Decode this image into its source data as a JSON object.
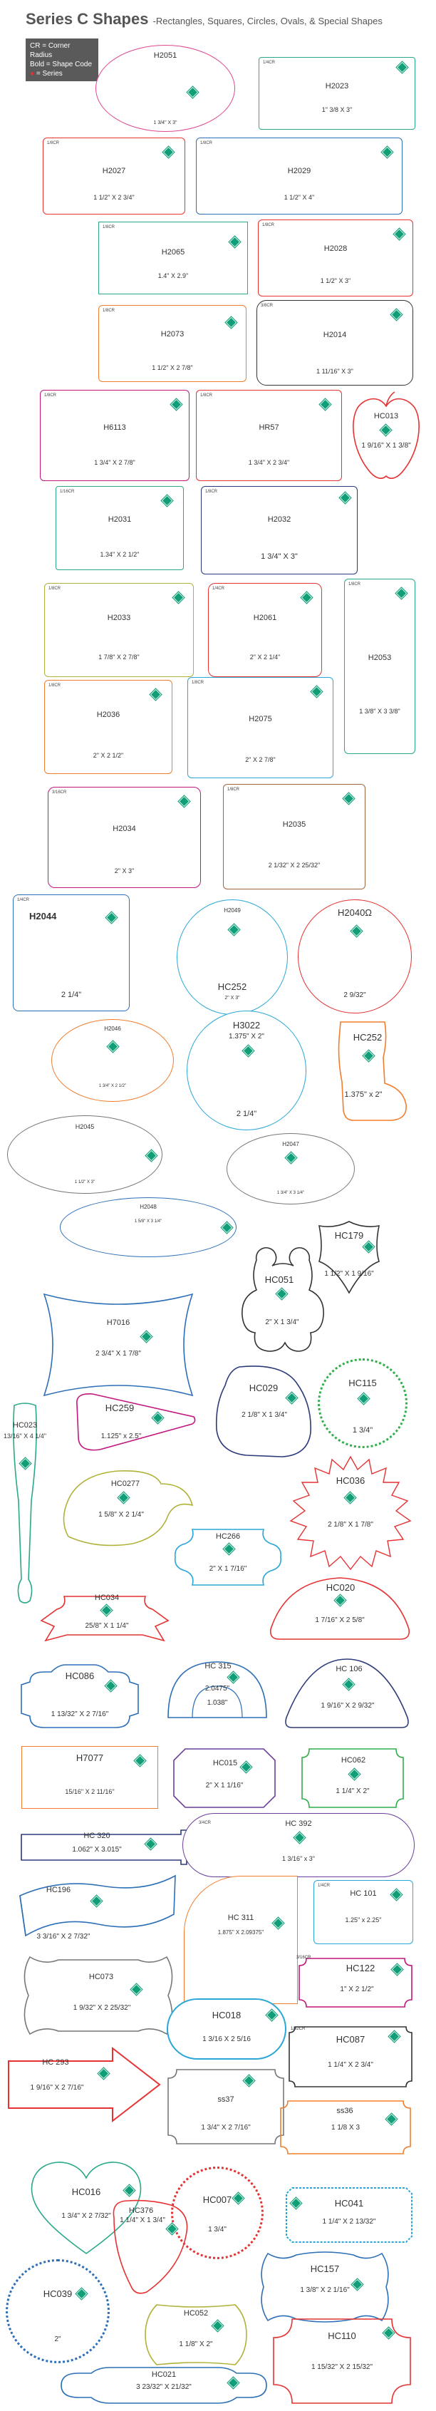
{
  "header": {
    "title": "Series C Shapes",
    "subtitle": "-Rectangles, Squares, Circles, Ovals, & Special Shapes",
    "legend": [
      "CR = Corner Radius",
      "Bold = Shape Code",
      "= Series"
    ]
  },
  "shapes": {
    "H2051": {
      "code": "H2051",
      "size": "1 3/4\" X 3\""
    },
    "H2023": {
      "cr": "1/4CR",
      "code": "H2023",
      "size": "1\" 3/8 X 3\""
    },
    "H2027": {
      "cr": "1/8CR",
      "code": "H2027",
      "size": "1 1/2\" X 2 3/4\""
    },
    "H2029": {
      "cr": "1/8CR",
      "code": "H2029",
      "size": "1 1/2\" X 4\""
    },
    "H2065": {
      "cr": "1/8CR",
      "code": "H2065",
      "size": "1.4\" X 2.9\""
    },
    "H2028": {
      "cr": "1/8CR",
      "code": "H2028",
      "size": "1 1/2\" X 3\""
    },
    "H2073": {
      "cr": "1/8CR",
      "code": "H2073",
      "size": "1 1/2\" X 2 7/8\""
    },
    "H2014": {
      "cr": "3/8CR",
      "code": "H2014",
      "size": "1 11/16\" X 3\""
    },
    "H6113": {
      "cr": "1/8CR",
      "code": "H6113",
      "size": "1 3/4\" X 2 7/8\""
    },
    "HR57": {
      "cr": "1/8CR",
      "code": "HR57",
      "size": "1 3/4\" X 2 3/4\""
    },
    "HC013": {
      "code": "HC013",
      "size": "1 9/16\" X 1 3/8\""
    },
    "H2031": {
      "cr": "1/16CR",
      "code": "H2031",
      "size": "1.34\" X 2 1/2\""
    },
    "H2032": {
      "cr": "1/8CR",
      "code": "H2032",
      "size": "1 3/4\" X 3\""
    },
    "H2033": {
      "cr": "1/8CR",
      "code": "H2033",
      "size": "1 7/8\" X 2 7/8\""
    },
    "H2061": {
      "cr": "1/4CR",
      "code": "H2061",
      "size": "2\" X 2 1/4\""
    },
    "H2053": {
      "cr": "1/8CR",
      "code": "H2053",
      "size": "1 3/8\" X 3 3/8\""
    },
    "H2036": {
      "cr": "1/8CR",
      "code": "H2036",
      "size": "2\" X 2 1/2\""
    },
    "H2075": {
      "cr": "1/8CR",
      "code": "H2075",
      "size": "2\" X 2 7/8\""
    },
    "H2034": {
      "cr": "3/16CR",
      "code": "H2034",
      "size": "2\" X 3\""
    },
    "H2035": {
      "cr": "1/8CR",
      "code": "H2035",
      "size": "2 1/32\" X 2 25/32\""
    },
    "H2044": {
      "cr": "1/4CR",
      "code": "H2044",
      "size": "2 1/4\""
    },
    "H2049": {
      "code": "H2049",
      "code2": "HC252",
      "size": "2\" X 3\""
    },
    "H2040": {
      "code": "H2040Ω",
      "size": "2 9/32\""
    },
    "H2046": {
      "code": "H2046",
      "size": "1 3/4\" X 2 1/2\""
    },
    "H3022": {
      "code": "H3022",
      "size": "1.375\" X 2\"",
      "size2": "2 1/4\""
    },
    "HC252B": {
      "code": "HC252",
      "size": "1.375\" x 2\""
    },
    "H2045": {
      "code": "H2045",
      "size": "1 1/2\" X 3\""
    },
    "H2047": {
      "code": "H2047",
      "size": "1 3/4\" X 3 1/4\""
    },
    "H2048": {
      "code": "H2048",
      "size": "1 5/8\" X 3 1/4\""
    },
    "HC179": {
      "code": "HC179",
      "size": "1 1/2\" X 1 9/16\""
    },
    "HC051": {
      "code": "HC051",
      "size": "2\" X 1 3/4\""
    },
    "H7016": {
      "code": "H7016",
      "size": "2 3/4\" X 1 7/8\""
    },
    "HC023": {
      "code": "HC023",
      "size": "13/16\" X 4 1/4\""
    },
    "HC259": {
      "code": "HC259",
      "size": "1.125\" x 2.5\""
    },
    "HC029": {
      "code": "HC029",
      "size": "2 1/8\" X 1 3/4\""
    },
    "HC115": {
      "code": "HC115",
      "size": "1 3/4\""
    },
    "HC027": {
      "code": "HC0277",
      "size": "1 5/8\" X 2 1/4\""
    },
    "HC036": {
      "code": "HC036",
      "size": "2 1/8\" X 1 7/8\""
    },
    "HC266": {
      "code": "HC266",
      "size": "2\" X 1 7/16\""
    },
    "HC034": {
      "code": "HC034",
      "size": "25/8\" X 1 1/4\""
    },
    "HC020": {
      "code": "HC020",
      "size": "1 7/16\" X 2 5/8\""
    },
    "HC086": {
      "code": "HC086",
      "size": "1 13/32\" X 2 7/16\""
    },
    "HC315": {
      "code": "HC 315",
      "size": "2.0475\"",
      "size2": "1.038\""
    },
    "HC106": {
      "code": "HC 106",
      "size": "1 9/16\" X 2 9/32\""
    },
    "H7077": {
      "code": "H7077",
      "size": "15/16\" X 2 11/16\""
    },
    "HC015": {
      "code": "HC015",
      "size": "2\" X 1 1/16\""
    },
    "HC062": {
      "code": "HC062",
      "size": "1 1/4\" X 2\""
    },
    "HC320": {
      "code": "HC 320",
      "size": "1.062\" X 3.015\""
    },
    "HC392": {
      "cr": "3/4CR",
      "code": "HC 392",
      "size": "1 3/16\" x 3\""
    },
    "HC196": {
      "code": "HC196",
      "size": "3 3/16\" X 2 7/32\""
    },
    "HC311": {
      "code": "HC 311",
      "size": "1.875\" X 2.09375\""
    },
    "HC101": {
      "cr": "1/4CR",
      "code": "HC 101",
      "size": "1.25\" x 2.25\""
    },
    "HC073": {
      "code": "HC073",
      "size": "1 9/32\" X 2 25/32\""
    },
    "HC122": {
      "cr": "3/16CR",
      "code": "HC122",
      "size": "1\" X 2 1/2\""
    },
    "HC018": {
      "code": "HC018",
      "size": "1 3/16 X 2 5/16"
    },
    "HC293": {
      "code": "HC 293",
      "size": "1 9/16\" X 2 7/16\""
    },
    "HC087": {
      "cr": "1/32CR",
      "code": "HC087",
      "size": "1 1/4\" X 2 3/4\""
    },
    "SS37": {
      "code": "ss37",
      "size": "1 3/4\" X 2 7/16\""
    },
    "SS36": {
      "code": "ss36",
      "size": "1 1/8 X 3"
    },
    "HC016": {
      "code": "HC016",
      "size": "1 3/4\" X 2 7/32\""
    },
    "HC007": {
      "code": "HC007",
      "size": "1 3/4\""
    },
    "HC376": {
      "code": "HC376",
      "size": "1 1/4\" X 1 3/4\""
    },
    "HC041": {
      "code": "HC041",
      "size": "1 1/4\" X 2 13/32\""
    },
    "HC039": {
      "code": "HC039",
      "size": "2\""
    },
    "HC157": {
      "code": "HC157",
      "size": "1 3/8\" X 2 1/16\""
    },
    "HC052": {
      "code": "HC052",
      "size": "1 1/8\" X 2\""
    },
    "HC110": {
      "code": "HC110",
      "size": "1 15/32\" X 2 15/32\""
    },
    "HC021": {
      "code": "HC021",
      "size": "3 23/32\" X 21/32\""
    }
  },
  "colors": {
    "pink": "#e0458f",
    "teal": "#2aa88a",
    "orange": "#f07e2e",
    "blue": "#2d6fb7",
    "red": "#e63232",
    "navy": "#2d3b7a",
    "green": "#2fae4a",
    "olive": "#b0b23a",
    "brown": "#a0643c",
    "purple": "#6a3f9b",
    "magenta": "#c0167e",
    "sky": "#2aa7d6",
    "gray": "#777777",
    "gem": "#0f9e77"
  }
}
